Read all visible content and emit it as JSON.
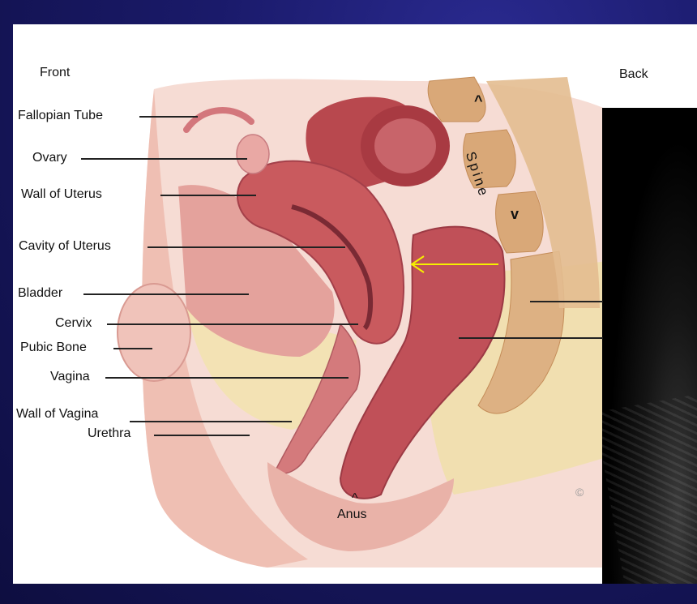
{
  "orientation": {
    "front": "Front",
    "back": "Back"
  },
  "labels": {
    "fallopian_tube": "Fallopian Tube",
    "ovary": "Ovary",
    "wall_of_uterus": "Wall of Uterus",
    "cavity_of_uterus": "Cavity of Uterus",
    "bladder": "Bladder",
    "cervix": "Cervix",
    "pubic_bone": "Pubic Bone",
    "vagina": "Vagina",
    "wall_of_vagina": "Wall of Vagina",
    "urethra": "Urethra",
    "anus": "Anus",
    "spine": "Spine",
    "anus_caret": "^"
  },
  "colors": {
    "slide_background": "#1a1a6a",
    "pointer_arrow": "#f5f000",
    "tissue_pink": "#e8a69a",
    "uterus_red": "#c2545a",
    "spine_tan": "#d9a878",
    "fat_yellow": "#f1dfb0"
  }
}
